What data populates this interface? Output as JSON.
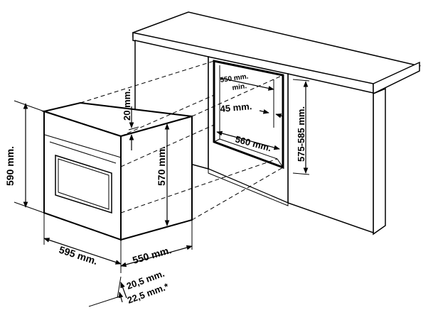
{
  "dimensions": {
    "d_590": "590 mm.",
    "d_595": "595 mm.",
    "d_550_depth": "550 mm.",
    "d_570": "570 mm.",
    "d_20": "20 mm.",
    "d_205": "20,5 mm.",
    "d_225": "22,5 mm.*",
    "d_550_min_line1": "550 mm.",
    "d_550_min_line2": "min.",
    "d_45": "45 mm.",
    "d_560": "560 mm.",
    "d_575_585": "575-585 mm."
  }
}
